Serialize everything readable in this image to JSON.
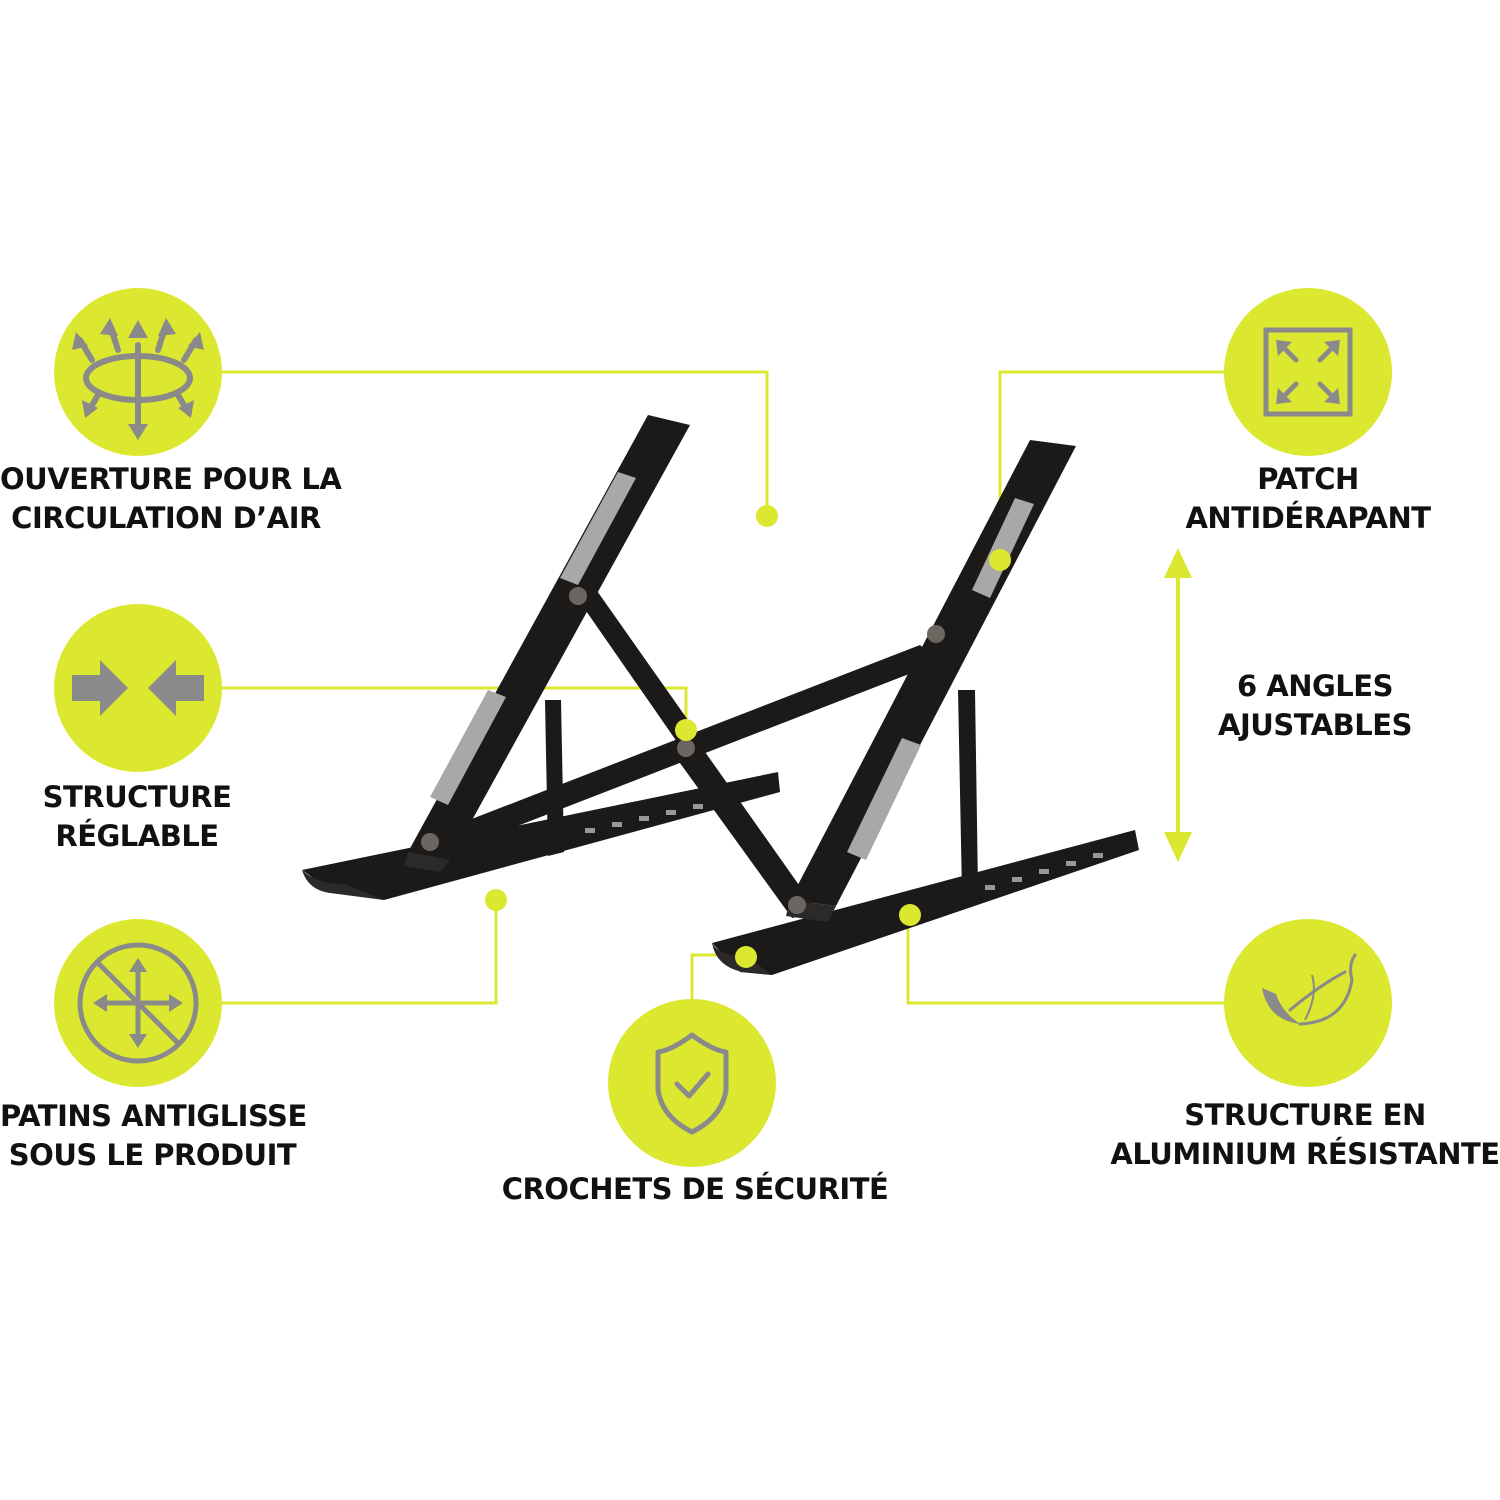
{
  "colors": {
    "accent": "#dce830",
    "icon_gray": "#8a8a8a",
    "stand": "#1c1a18",
    "pad": "#a8a8a8",
    "text": "#111111"
  },
  "features": [
    {
      "id": "airflow",
      "icon": "airflow-arrows-icon",
      "lines": [
        "OUVERTURE POUR LA",
        "CIRCULATION D’AIR"
      ]
    },
    {
      "id": "adjustable",
      "icon": "compress-arrows-icon",
      "lines": [
        "STRUCTURE",
        "RÉGLABLE"
      ]
    },
    {
      "id": "antislip-feet",
      "icon": "no-move-arrows-icon",
      "lines": [
        "PATINS ANTIGLISSE",
        "SOUS LE PRODUIT"
      ]
    },
    {
      "id": "hooks",
      "icon": "shield-check-icon",
      "lines": [
        "CROCHETS DE SÉCURITÉ"
      ]
    },
    {
      "id": "patch",
      "icon": "expand-arrows-icon",
      "lines": [
        "PATCH",
        "ANTIDÉRAPANT"
      ]
    },
    {
      "id": "angles",
      "icon": "double-arrow-icon",
      "lines": [
        "6 ANGLES",
        "AJUSTABLES"
      ]
    },
    {
      "id": "aluminium",
      "icon": "feather-icon",
      "lines": [
        "STRUCTURE EN",
        "ALUMINIUM RÉSISTANTE"
      ]
    }
  ]
}
